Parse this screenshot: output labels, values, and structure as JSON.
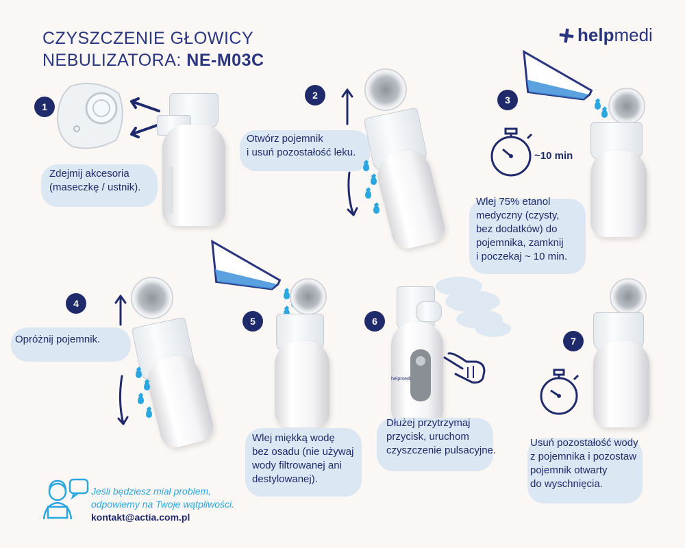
{
  "header": {
    "title_line1": "CZYSZCZENIE GŁOWICY",
    "title_line2_light": "NEBULIZATORA: ",
    "title_line2_bold": "NE-M03C"
  },
  "brand": {
    "name_strong": "help",
    "name_light": "medi"
  },
  "steps": [
    {
      "number": "1",
      "text_lines": [
        "Zdejmij akcesoria",
        "(maseczkę / ustnik)."
      ]
    },
    {
      "number": "2",
      "text_lines": [
        "Otwórz pojemnik",
        "i usuń pozostałość leku."
      ]
    },
    {
      "number": "3",
      "timer": "~10 min",
      "text_lines": [
        "Wlej 75% etanol",
        "medyczny (czysty,",
        "bez dodatków) do",
        "pojemnika, zamknij",
        "i poczekaj ~ 10 min."
      ]
    },
    {
      "number": "4",
      "text_lines": [
        "Opróżnij pojemnik."
      ]
    },
    {
      "number": "5",
      "text_lines": [
        "Wlej miękką wodę",
        "bez osadu (nie używaj",
        "wody filtrowanej ani",
        "destylowanej)."
      ]
    },
    {
      "number": "6",
      "text_lines": [
        "Dłużej przytrzymaj",
        "przycisk, uruchom",
        "czyszczenie pulsacyjne."
      ]
    },
    {
      "number": "7",
      "text_lines": [
        "Usuń pozostałość wody",
        "z pojemnika i pozostaw",
        "pojemnik otwarty",
        "do wyschnięcia."
      ]
    }
  ],
  "device_label": "helpmedi",
  "contact": {
    "line1": "Jeśli będziesz miał problem,",
    "line2": "odpowiemy na Twoje wątpliwości.",
    "email": "kontakt@actia.com.pl"
  },
  "colors": {
    "navy": "#1f2a6b",
    "drop_blue": "#2aa7e0",
    "blob": "#dbe7f2",
    "background": "#fbf7f5"
  },
  "icons": [
    "plus-cross-icon",
    "stopwatch-icon",
    "flask-icon",
    "finger-press-icon",
    "support-agent-icon",
    "chat-bubble-icon",
    "water-drop-icon",
    "arrow-up-icon",
    "arrow-down-icon",
    "arrow-left-icon"
  ]
}
